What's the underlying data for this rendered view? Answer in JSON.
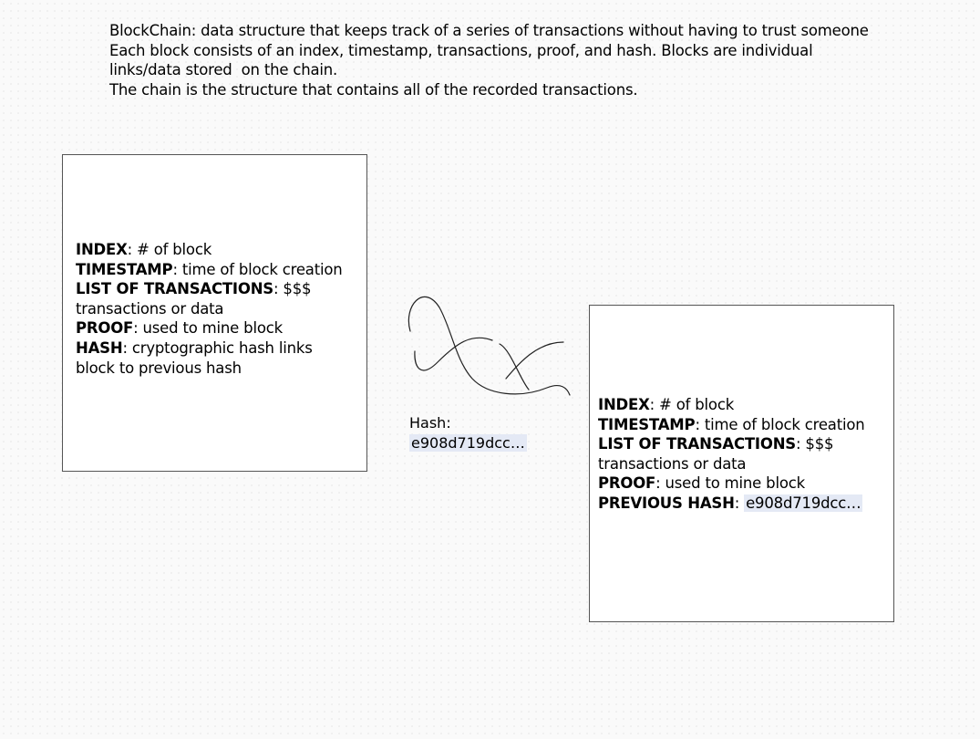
{
  "intro": {
    "line1": "BlockChain: data structure that keeps track of a series of transactions without having to trust someone",
    "line2": "Each block consists of an index, timestamp, transactions, proof, and hash. Blocks are individual",
    "line3": "links/data stored  on the chain.",
    "line4": "The chain is the structure that contains all of the recorded transactions."
  },
  "block1": {
    "index_key": "INDEX",
    "index_val": ": # of block",
    "timestamp_key": "TIMESTAMP",
    "timestamp_val": ": time of block creation",
    "transactions_key": "LIST OF TRANSACTIONS",
    "transactions_val": ": $$$ transactions or data",
    "proof_key": "PROOF",
    "proof_val": ": used to mine block",
    "hash_key": "HASH",
    "hash_val": ": cryptographic hash links block to previous hash"
  },
  "hash_note": {
    "label": "Hash:",
    "value": "e908d719dcc…"
  },
  "block2": {
    "index_key": "INDEX",
    "index_val": ": # of block",
    "timestamp_key": "TIMESTAMP",
    "timestamp_val": ": time of block creation",
    "transactions_key": "LIST OF TRANSACTIONS",
    "transactions_val": ": $$$ transactions or data",
    "proof_key": "PROOF",
    "proof_val": ": used to mine block",
    "prev_hash_key": "PREVIOUS HASH",
    "prev_hash_sep": ": ",
    "prev_hash_val": "e908d719dcc…"
  },
  "colors": {
    "highlight": "#e4e9f5",
    "border": "#555555",
    "background": "#fafafa"
  },
  "icons": {
    "chain_link": "chain-link-icon"
  }
}
